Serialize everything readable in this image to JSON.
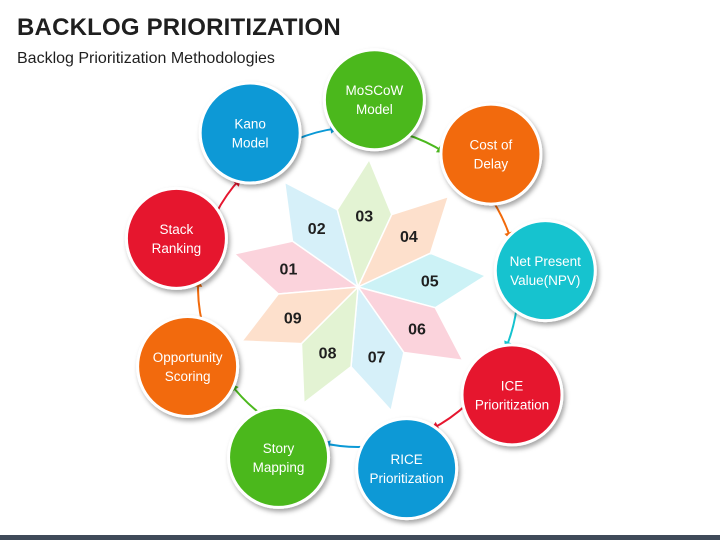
{
  "title": "BACKLOG PRIORITIZATION",
  "subtitle": "Backlog Prioritization Methodologies",
  "methods": [
    {
      "number": "01",
      "label": [
        "Stack",
        "Ranking"
      ],
      "circle_color": "#e6162f",
      "segment_color": "#fbd3dc"
    },
    {
      "number": "02",
      "label": [
        "Kano",
        "Model"
      ],
      "circle_color": "#0a99d6",
      "segment_color": "#d6f0f9"
    },
    {
      "number": "03",
      "label": [
        "MoSCoW",
        "Model"
      ],
      "circle_color": "#4cb81e",
      "segment_color": "#e3f3d3"
    },
    {
      "number": "04",
      "label": [
        "Cost of",
        "Delay"
      ],
      "circle_color": "#f26a0b",
      "segment_color": "#fde0cc"
    },
    {
      "number": "05",
      "label": [
        "Net Present",
        "Value(NPV)"
      ],
      "circle_color": "#15c3cf",
      "segment_color": "#ccf2f6"
    },
    {
      "number": "06",
      "label": [
        "ICE",
        "Prioritization"
      ],
      "circle_color": "#e6162f",
      "segment_color": "#fbd3dc"
    },
    {
      "number": "07",
      "label": [
        "RICE",
        "Prioritization"
      ],
      "circle_color": "#0a99d6",
      "segment_color": "#d6f0f9"
    },
    {
      "number": "08",
      "label": [
        "Story",
        "Mapping"
      ],
      "circle_color": "#4cb81e",
      "segment_color": "#e3f3d3"
    },
    {
      "number": "09",
      "label": [
        "Opportunity",
        "Scoring"
      ],
      "circle_color": "#f26a0b",
      "segment_color": "#fde0cc"
    }
  ]
}
